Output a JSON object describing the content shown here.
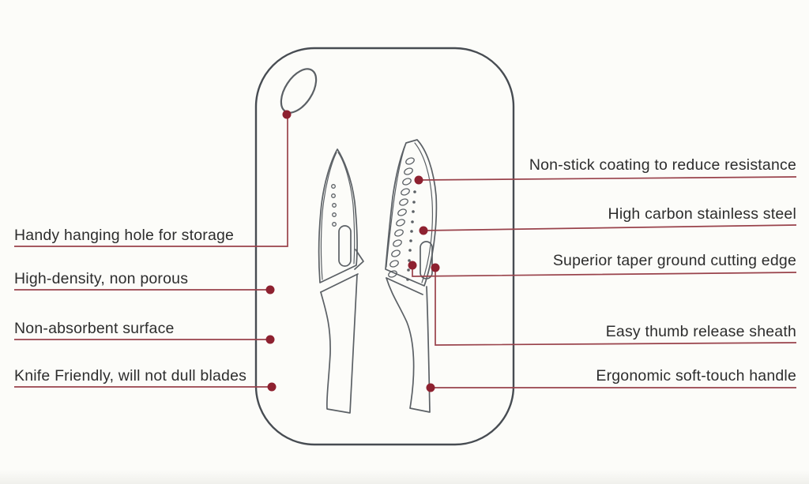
{
  "colors": {
    "background": "#fcfcf9",
    "outline_gray": "#474c52",
    "knife_gray": "#5b6065",
    "leader_line_red": "#99424b",
    "marker_dot_red": "#8e2130",
    "text": "#2d2d2d"
  },
  "diagram": {
    "objects": {
      "board": "cutting-board",
      "hole": "hanging-hole",
      "knife_left": "paring-knife-in-sheath",
      "knife_right": "santoku-knife-in-sheath"
    },
    "callouts_left": [
      {
        "label": "Handy hanging hole for storage"
      },
      {
        "label": "High-density, non porous"
      },
      {
        "label": "Non-absorbent surface"
      },
      {
        "label": "Knife Friendly, will not dull blades"
      }
    ],
    "callouts_right": [
      {
        "label": "Non-stick coating to reduce resistance"
      },
      {
        "label": "High carbon stainless steel"
      },
      {
        "label": "Superior taper ground cutting edge"
      },
      {
        "label": "Easy thumb release sheath"
      },
      {
        "label": "Ergonomic soft-touch handle"
      }
    ]
  }
}
